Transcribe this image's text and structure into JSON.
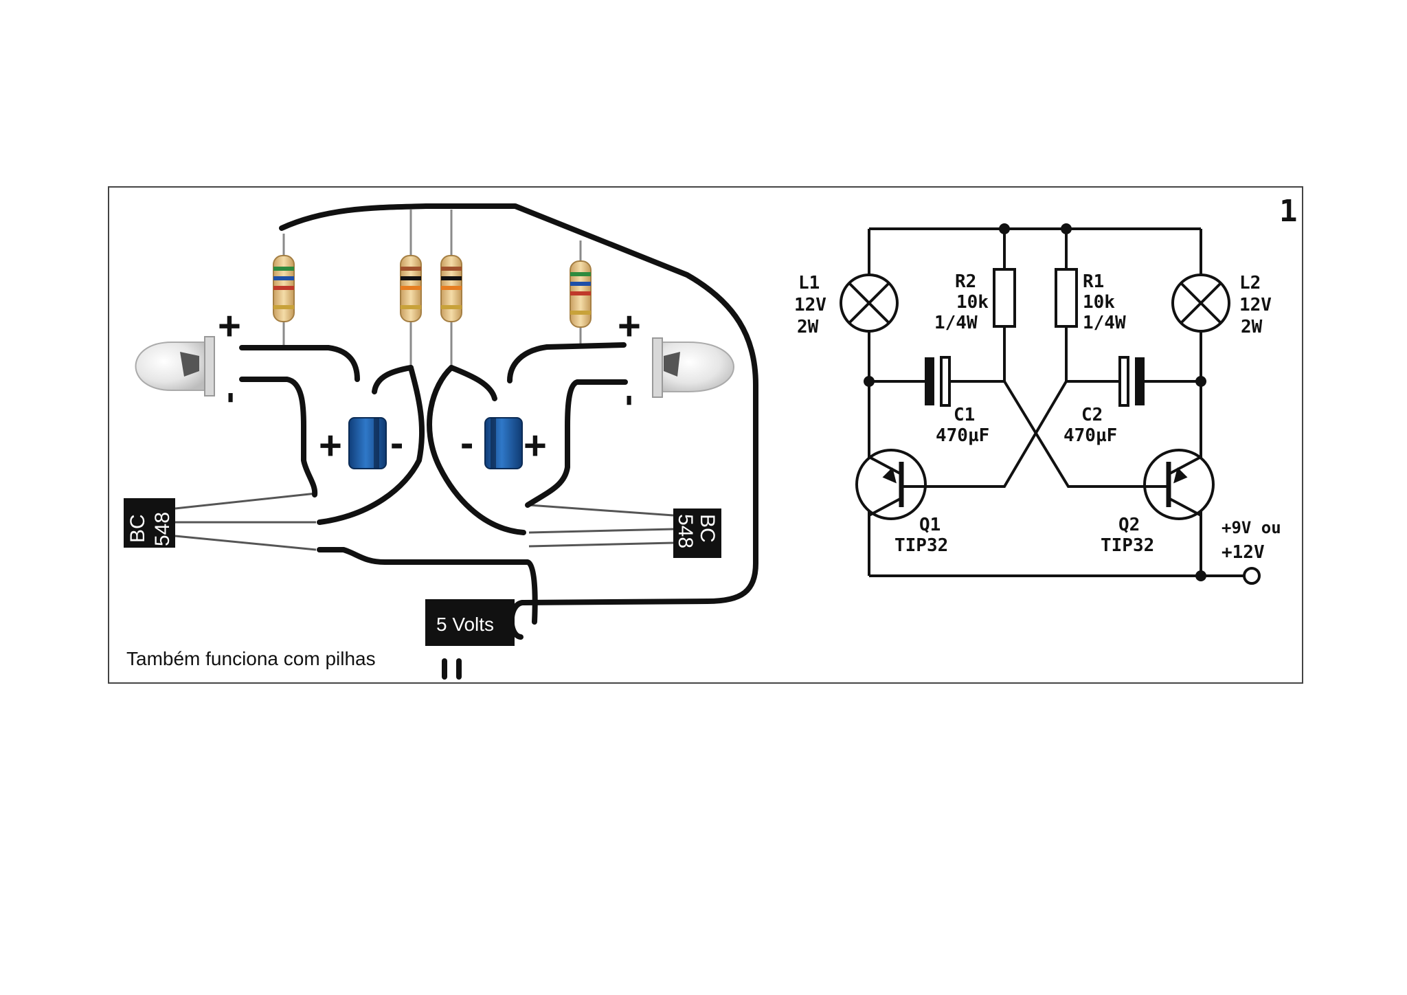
{
  "breadboard": {
    "plus_left": "+",
    "minus_left": "-",
    "plus_right": "+",
    "minus_right": "-",
    "cap_left_plus": "+",
    "cap_left_minus": "-",
    "cap_right_minus": "-",
    "cap_right_plus": "+",
    "transistor_left": {
      "line1": "BC",
      "line2": "548"
    },
    "transistor_right": {
      "line1": "BC",
      "line2": "548"
    },
    "power_label": "5 Volts",
    "note": "Também funciona com pilhas"
  },
  "schematic": {
    "figure_number": "1",
    "L1": {
      "name": "L1",
      "voltage": "12V",
      "power": "2W"
    },
    "L2": {
      "name": "L2",
      "voltage": "12V",
      "power": "2W"
    },
    "R2": {
      "name": "R2",
      "value": "10k",
      "power": "1/4W"
    },
    "R1": {
      "name": "R1",
      "value": "10k",
      "power": "1/4W"
    },
    "C1": {
      "name": "C1",
      "value": "470µF"
    },
    "C2": {
      "name": "C2",
      "value": "470µF"
    },
    "Q1": {
      "name": "Q1",
      "part": "TIP32"
    },
    "Q2": {
      "name": "Q2",
      "part": "TIP32"
    },
    "supply": {
      "line1": "+9V ou",
      "line2": "+12V"
    }
  },
  "colors": {
    "wire": "#111111",
    "capacitor": "#1f5faa",
    "resistor_body": "#e8c98a",
    "led_glass": "#e6e6e6"
  }
}
